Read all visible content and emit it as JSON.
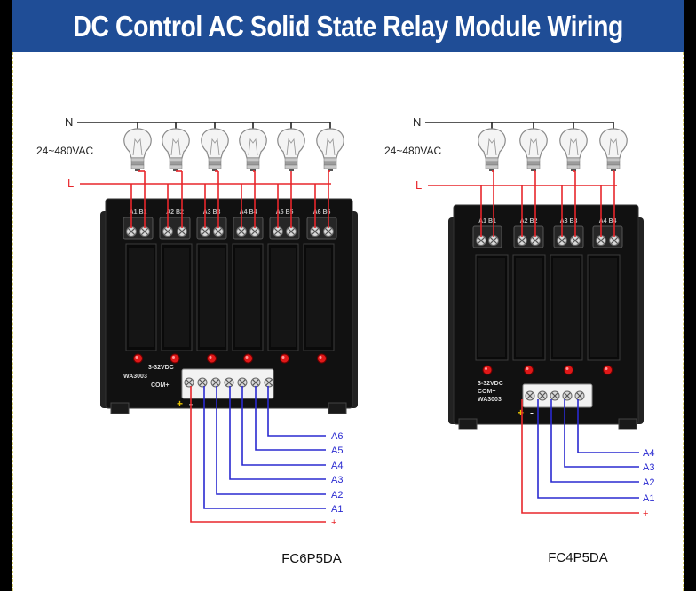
{
  "title": "DC Control AC Solid State Relay Module Wiring",
  "colors": {
    "banner": "#1f4d96",
    "live": "#e8262b",
    "control": "#2a2ad0",
    "neutral": "#222222",
    "module": "#111111",
    "led": "#e01818"
  },
  "icons": [
    "light-bulb-icon",
    "screw-terminal-icon",
    "led-indicator-icon"
  ],
  "modules": [
    {
      "model": "FC6P5DA",
      "neutral_label": "N",
      "live_label": "L",
      "voltage_label": "24~480VAC",
      "bulb_count": 6,
      "output_labels": [
        "A1 B1",
        "A2 B2",
        "A3 B3",
        "A4 B4",
        "A5 B5",
        "A6 B6"
      ],
      "board_texts": [
        "3-32VDC",
        "WA3003",
        "COM+"
      ],
      "polarity": [
        "+",
        "-"
      ],
      "control_labels": [
        "A6",
        "A5",
        "A4",
        "A3",
        "A2",
        "A1",
        "+"
      ]
    },
    {
      "model": "FC4P5DA",
      "neutral_label": "N",
      "live_label": "L",
      "voltage_label": "24~480VAC",
      "bulb_count": 4,
      "output_labels": [
        "A1 B1",
        "A2 B2",
        "A3 B3",
        "A4 B4"
      ],
      "board_texts": [
        "3-32VDC",
        "COM+",
        "WA3003"
      ],
      "polarity": [
        "+",
        "-"
      ],
      "control_labels": [
        "A4",
        "A3",
        "A2",
        "A1",
        "+"
      ]
    }
  ]
}
